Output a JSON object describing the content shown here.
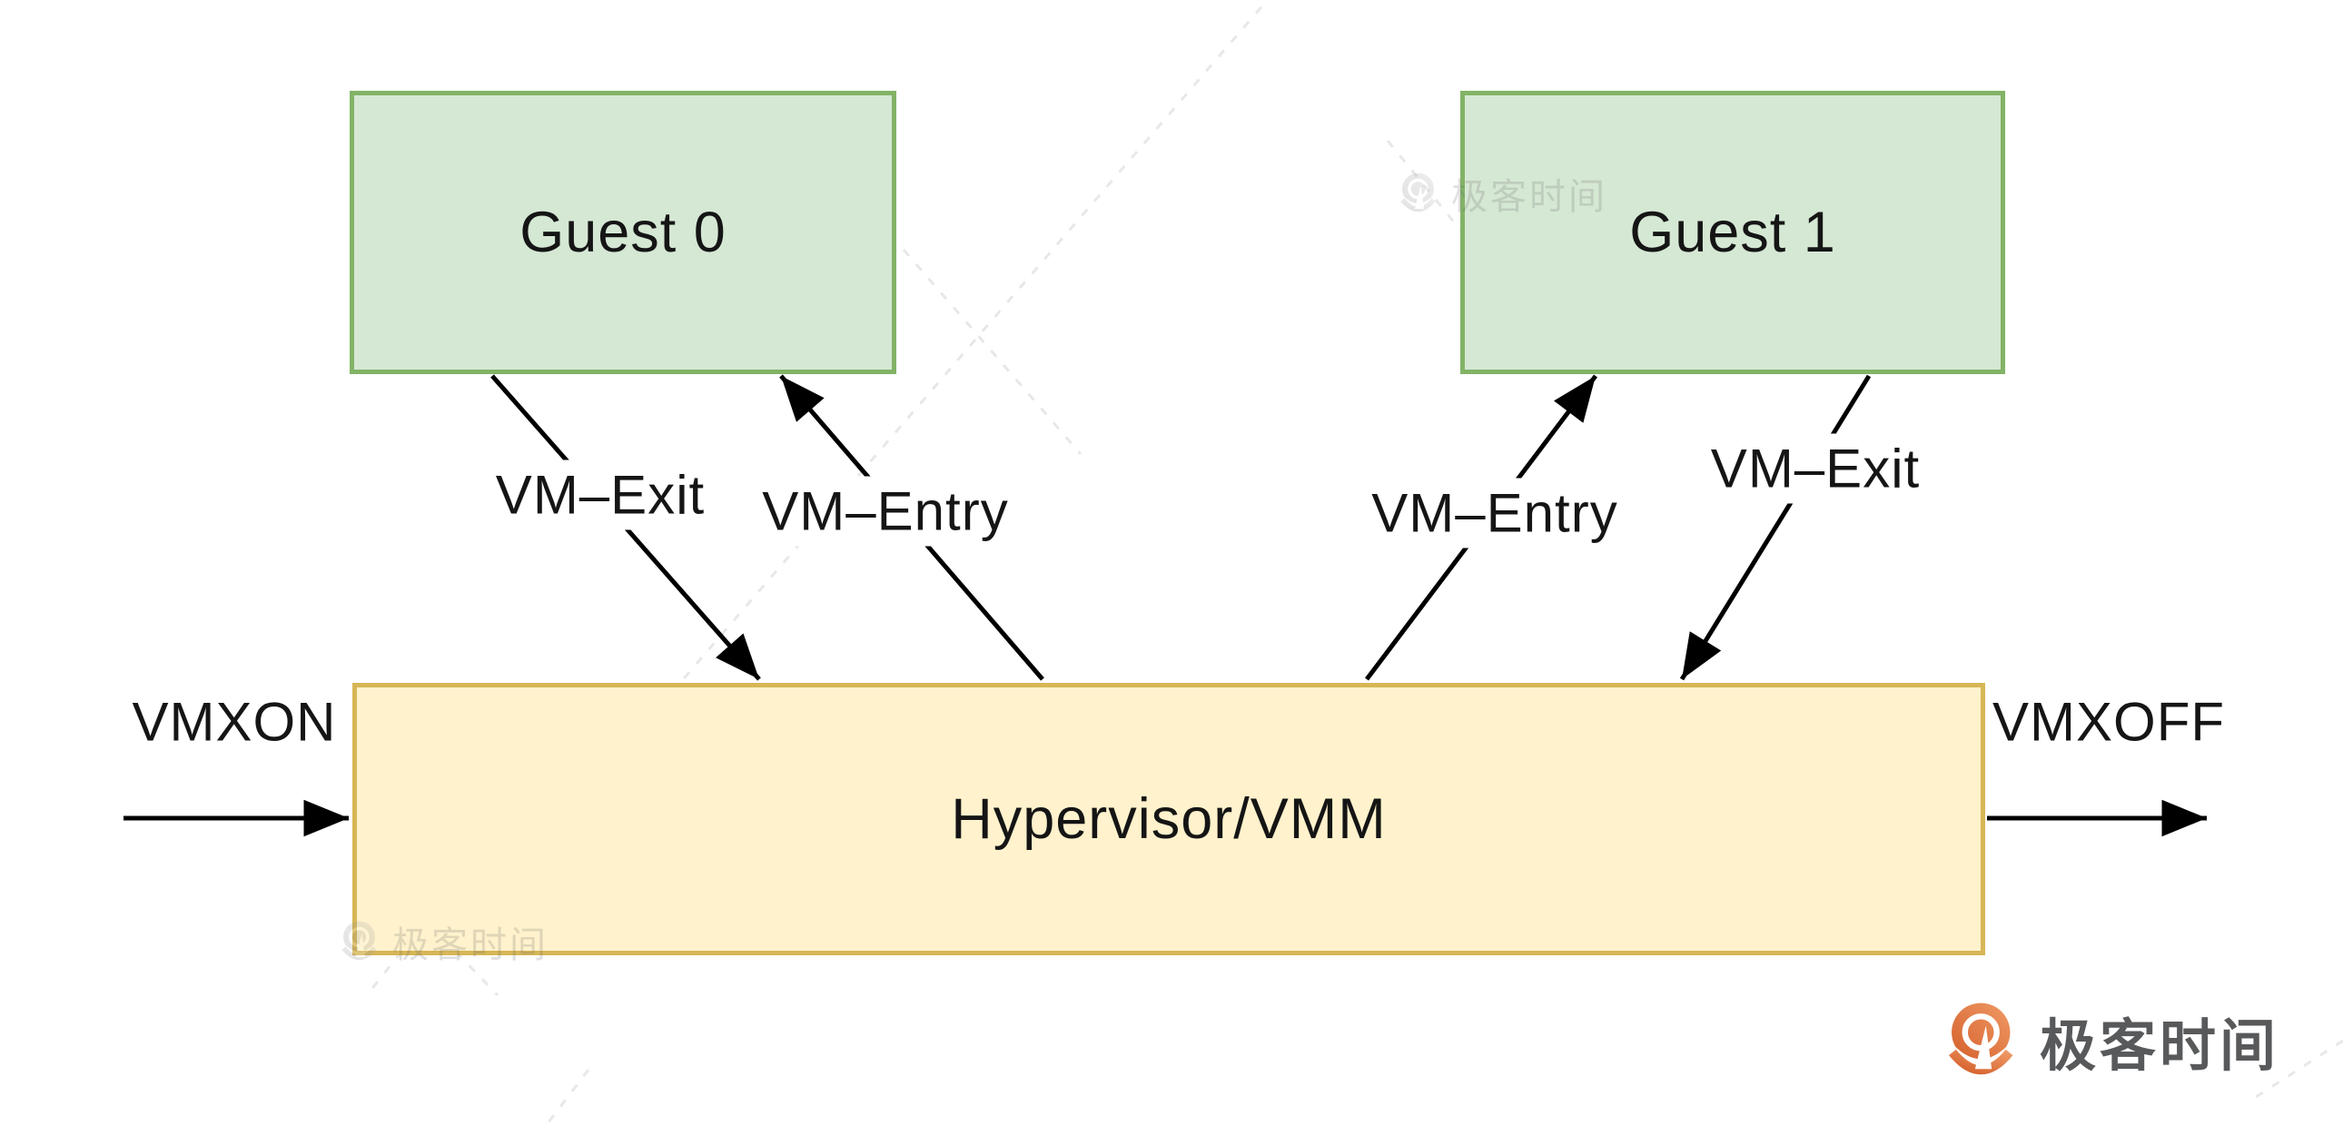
{
  "diagram": {
    "boxes": {
      "guest0": {
        "label": "Guest 0",
        "fill": "#d5e8d4",
        "border": "#82b366"
      },
      "guest1": {
        "label": "Guest 1",
        "fill": "#d5e8d4",
        "border": "#82b366"
      },
      "hypervisor": {
        "label": "Hypervisor/VMM",
        "fill": "#fff2cc",
        "border": "#d6b656"
      }
    },
    "transitions": {
      "vm_exit_left": "VM–Exit",
      "vm_entry_left": "VM–Entry",
      "vm_entry_right": "VM–Entry",
      "vm_exit_right": "VM–Exit"
    },
    "instructions": {
      "vmxon": "VMXON",
      "vmxoff": "VMXOFF"
    },
    "arrow_color": "#000000"
  },
  "watermark": {
    "brand": "极客时间",
    "brand_text_color": "#58595b",
    "logo_orange": "#e06a38"
  }
}
